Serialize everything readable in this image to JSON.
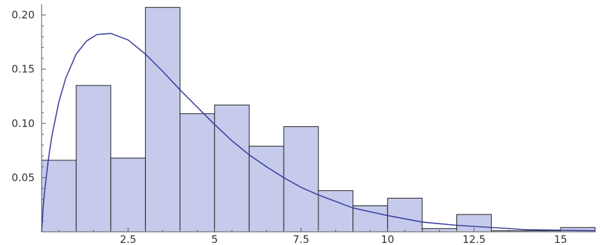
{
  "chart_data": {
    "type": "bar",
    "subtype": "histogram",
    "title": "",
    "xlabel": "",
    "ylabel": "",
    "xlim": [
      0,
      16
    ],
    "ylim": [
      0,
      0.21
    ],
    "grid": false,
    "legend": "none",
    "x_ticks": [
      {
        "value": 2.5,
        "label": "2.5"
      },
      {
        "value": 5,
        "label": "5"
      },
      {
        "value": 7.5,
        "label": "7.5"
      },
      {
        "value": 10,
        "label": "10"
      },
      {
        "value": 12.5,
        "label": "12.5"
      },
      {
        "value": 15,
        "label": "15"
      }
    ],
    "y_ticks": [
      {
        "value": 0.05,
        "label": "0.05"
      },
      {
        "value": 0.1,
        "label": "0.10"
      },
      {
        "value": 0.15,
        "label": "0.15"
      },
      {
        "value": 0.2,
        "label": "0.20"
      }
    ],
    "bins": [
      {
        "x0": 0,
        "x1": 1,
        "value": 0.066
      },
      {
        "x0": 1,
        "x1": 2,
        "value": 0.135
      },
      {
        "x0": 2,
        "x1": 3,
        "value": 0.068
      },
      {
        "x0": 3,
        "x1": 4,
        "value": 0.207
      },
      {
        "x0": 4,
        "x1": 5,
        "value": 0.109
      },
      {
        "x0": 5,
        "x1": 6,
        "value": 0.117
      },
      {
        "x0": 6,
        "x1": 7,
        "value": 0.079
      },
      {
        "x0": 7,
        "x1": 8,
        "value": 0.097
      },
      {
        "x0": 8,
        "x1": 9,
        "value": 0.038
      },
      {
        "x0": 9,
        "x1": 10,
        "value": 0.024
      },
      {
        "x0": 10,
        "x1": 11,
        "value": 0.031
      },
      {
        "x0": 11,
        "x1": 12,
        "value": 0.003
      },
      {
        "x0": 12,
        "x1": 13,
        "value": 0.016
      },
      {
        "x0": 13,
        "x1": 14,
        "value": 0.001
      },
      {
        "x0": 14,
        "x1": 15,
        "value": 0.001
      },
      {
        "x0": 15,
        "x1": 16,
        "value": 0.004
      }
    ],
    "curve": {
      "x": [
        0,
        0.05,
        0.1,
        0.2,
        0.3,
        0.5,
        0.7,
        1.0,
        1.3,
        1.6,
        2.0,
        2.5,
        3.0,
        3.5,
        4.0,
        4.5,
        5.0,
        5.5,
        6.0,
        6.5,
        7.0,
        7.5,
        8.0,
        9.0,
        10.0,
        11.0,
        12.0,
        13.0,
        14.0,
        15.0,
        16.0
      ],
      "y": [
        0,
        0.025,
        0.041,
        0.068,
        0.089,
        0.12,
        0.142,
        0.164,
        0.176,
        0.182,
        0.183,
        0.177,
        0.164,
        0.148,
        0.131,
        0.115,
        0.099,
        0.084,
        0.071,
        0.06,
        0.05,
        0.041,
        0.034,
        0.022,
        0.015,
        0.009,
        0.006,
        0.004,
        0.002,
        0.0015,
        0.001
      ]
    },
    "colors": {
      "bar_fill": "#c6cbec",
      "bar_edge": "#1c1c1c",
      "curve": "#3b3f9c",
      "axis": "#555555"
    }
  }
}
